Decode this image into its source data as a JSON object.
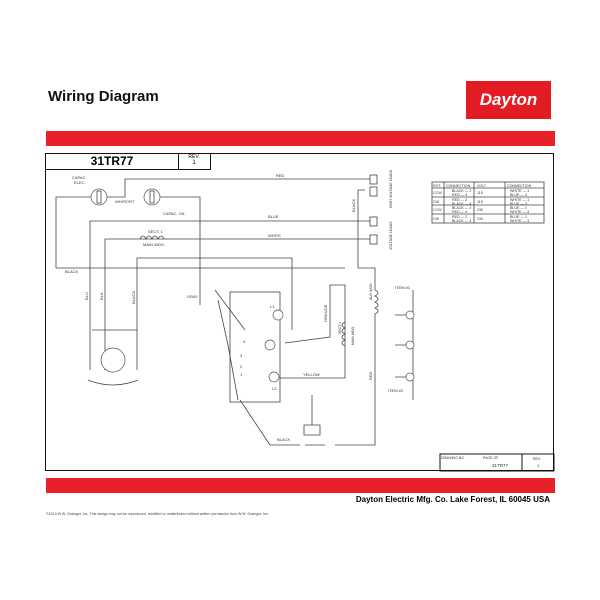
{
  "header": {
    "title": "Wiring Diagram",
    "brand": "Dayton"
  },
  "title_block": {
    "model": "31TR77",
    "rev_label": "REV.",
    "rev": "1"
  },
  "labels": {
    "red_top": "RED",
    "capac_elec_1": "CAPAC.",
    "capac_elec_2": "ELEC.",
    "white_rt": "WHITE/RT",
    "capac_oil": "CAPAC. OIL",
    "blue": "BLUE",
    "white": "WHITE",
    "sect1": "SECT. 1",
    "main_wdg": "MAIN WDG.",
    "black_left": "BLACK",
    "blu": "BLU",
    "blk": "BLK",
    "black_vert": "BLACK",
    "gray": "GRAY",
    "black_right": "BLACK",
    "high_voltage_leads": "HIGH VOLTAGE LEADS",
    "voltage_leads": "VOLTAGE LEADS",
    "aux_wdg": "AUX WDG",
    "orange": "ORANGE",
    "sect2": "SECT 2",
    "main_wdg2": "MAIN WDG.",
    "yellow": "YELLOW",
    "red_vert": "RED",
    "black_bottom": "BLACK",
    "l1": "L1",
    "l2": "L2",
    "item1": "ITEM #1",
    "item2": "ITEM #2",
    "t1": "1",
    "t2": "2",
    "t3": "3",
    "t4": "4"
  },
  "connection_table": {
    "headers": [
      "ROT.",
      "CONNECTION",
      "VOLT",
      "CONNECTION"
    ],
    "rows": [
      {
        "rot": "CCW",
        "conn_a": [
          "BLACK — 2",
          "RED — 4"
        ],
        "volt": "115",
        "conn_b": [
          "WHITE — 1",
          "BLUE — 3"
        ]
      },
      {
        "rot": "CW",
        "conn_a": [
          "RED — 2",
          "BLACK — 4"
        ],
        "volt": "115",
        "conn_b": [
          "WHITE — 1",
          "BLUE — 3"
        ]
      },
      {
        "rot": "CCW",
        "conn_a": [
          "BLACK — 2",
          "RED — 4"
        ],
        "volt": "230",
        "conn_b": [
          "BLUE — 1",
          "WHITE — 3"
        ]
      },
      {
        "rot": "CW",
        "conn_a": [
          "RED — 2",
          "BLACK — 4"
        ],
        "volt": "230",
        "conn_b": [
          "BLUE — 1",
          "WHITE — 3"
        ]
      }
    ]
  },
  "drawing_block": {
    "drawing_no_label": "DRAWING NO.",
    "page_label": "PAGE   OF",
    "drawing_no": "31TR77",
    "rev_label": "REV.",
    "rev": "1"
  },
  "footer": {
    "company": "Dayton Electric Mfg. Co.  Lake Forest, IL  60045  USA",
    "copyright": "©2013 W.W. Grainger, Inc.   This design may not be reproduced, modified or redistributed without written permission from W.W. Grainger, Inc."
  }
}
